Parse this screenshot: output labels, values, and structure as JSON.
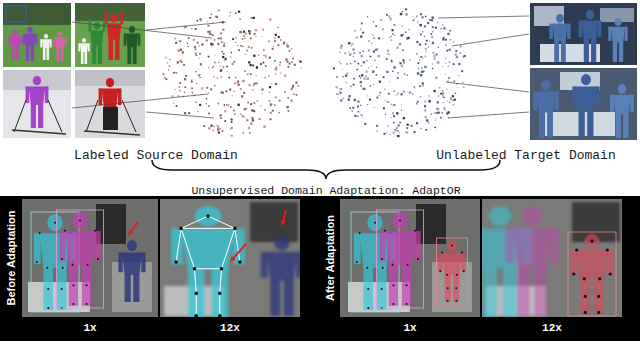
{
  "diagram": {
    "nodes": [
      {
        "text": [
          "Before Adaptation",
          "1x",
          "12x"
        ]
      },
      {
        "text": [
          "After Adaptation",
          "1x",
          "12x"
        ]
      }
    ],
    "labels": [
      "Labeled Source Domain",
      "Unlabeled Target Domain",
      "Unsupervised Domain Adaptation: AdaptOR"
    ]
  }
}
